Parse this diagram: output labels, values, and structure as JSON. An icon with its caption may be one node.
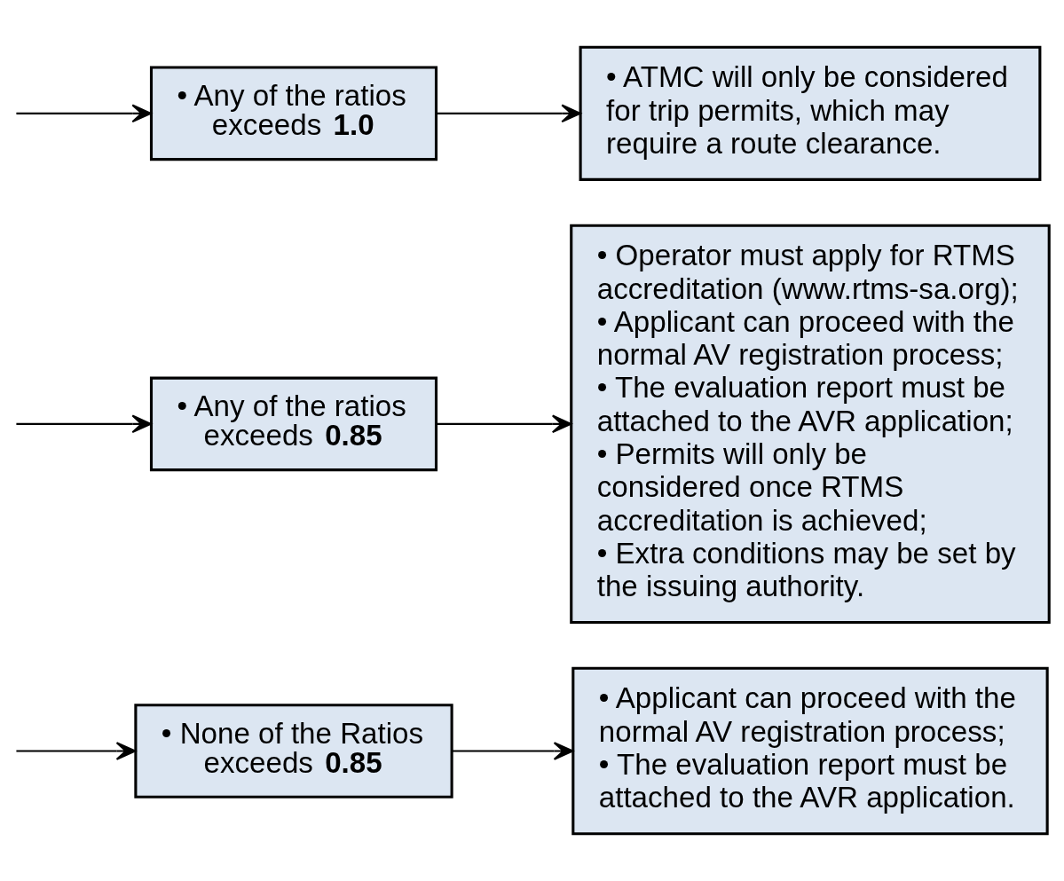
{
  "diagram": {
    "nodes": [
      {
        "text": [
          "• None of the Ratios exceeds **0.85**"
        ]
      },
      {
        "text": [
          "• Any of the ratios exceeds **0.85**"
        ]
      },
      {
        "text": [
          "• Any of the ratios exceeds **1.0**"
        ]
      },
      {
        "text": [
          "• Applicant can proceed with the normal AV registration process;",
          "• The evaluation report must be attached to the AVR application."
        ]
      },
      {
        "text": [
          "• Operator must apply for RTMS accreditation (www.rtms-sa.org);",
          "• Applicant can proceed with the normal AV registration process;",
          "• The evaluation report must be attached to the AVR application;",
          "• Permits will only be considered once RTMS accreditation is achieved;",
          "• Extra conditions may be set by the issuing authority."
        ]
      },
      {
        "text": [
          "• ATMC will only be considered for trip permits, which may require a route clearance."
        ]
      }
    ],
    "edges": [
      {
        "from": null,
        "to": 0,
        "arrow": "to"
      },
      {
        "from": null,
        "to": 1,
        "arrow": "to"
      },
      {
        "from": null,
        "to": 2,
        "arrow": "to"
      },
      {
        "from": 0,
        "to": 3,
        "arrow": "to"
      },
      {
        "from": 1,
        "to": 4,
        "arrow": "to"
      },
      {
        "from": 2,
        "to": 5,
        "arrow": "to"
      }
    ]
  }
}
